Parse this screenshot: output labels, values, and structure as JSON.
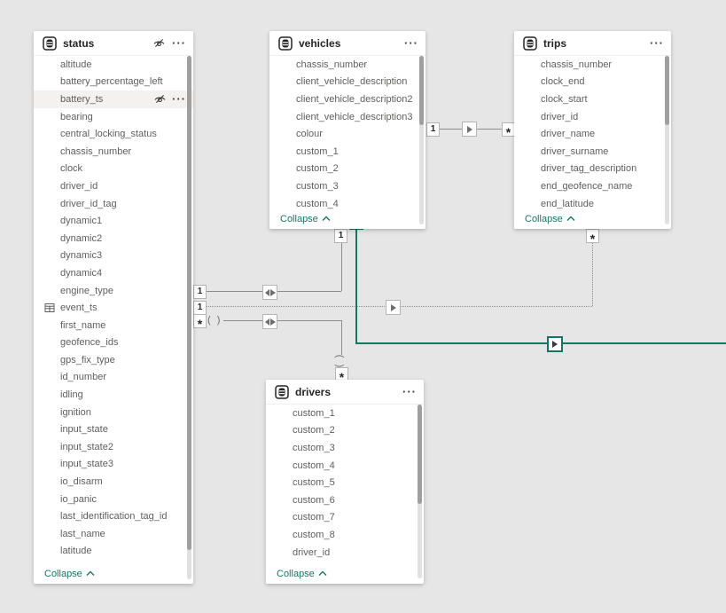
{
  "canvas": {
    "background": "#e6e6e6",
    "accent_teal": "#117865",
    "line_gray": "#8f8d8b"
  },
  "icons": {
    "more_options": "···",
    "hidden_eye": "eye-hidden-icon",
    "collapse_chevron": "chevron-up",
    "table_icon": "table-stack",
    "field_table_icon": "table-grid"
  },
  "tables": {
    "status": {
      "title": "status",
      "collapse_label": "Collapse",
      "header_icons": [
        "hidden-eye",
        "more-options"
      ],
      "highlighted_field": "battery_ts",
      "date_icon_field": "event_ts",
      "fields": [
        "altitude",
        "battery_percentage_left",
        "battery_ts",
        "bearing",
        "central_locking_status",
        "chassis_number",
        "clock",
        "driver_id",
        "driver_id_tag",
        "dynamic1",
        "dynamic2",
        "dynamic3",
        "dynamic4",
        "engine_type",
        "event_ts",
        "first_name",
        "geofence_ids",
        "gps_fix_type",
        "id_number",
        "idling",
        "ignition",
        "input_state",
        "input_state2",
        "input_state3",
        "io_disarm",
        "io_panic",
        "last_identification_tag_id",
        "last_name",
        "latitude"
      ]
    },
    "vehicles": {
      "title": "vehicles",
      "collapse_label": "Collapse",
      "header_icons": [
        "more-options"
      ],
      "fields": [
        "chassis_number",
        "client_vehicle_description",
        "client_vehicle_description2",
        "client_vehicle_description3",
        "colour",
        "custom_1",
        "custom_2",
        "custom_3",
        "custom_4"
      ]
    },
    "trips": {
      "title": "trips",
      "collapse_label": "Collapse",
      "header_icons": [
        "more-options"
      ],
      "fields": [
        "chassis_number",
        "clock_end",
        "clock_start",
        "driver_id",
        "driver_name",
        "driver_surname",
        "driver_tag_description",
        "end_geofence_name",
        "end_latitude"
      ]
    },
    "drivers": {
      "title": "drivers",
      "collapse_label": "Collapse",
      "header_icons": [
        "more-options"
      ],
      "fields": [
        "custom_1",
        "custom_2",
        "custom_3",
        "custom_4",
        "custom_5",
        "custom_6",
        "custom_7",
        "custom_8",
        "driver_id"
      ]
    }
  },
  "relationships": [
    {
      "name": "vehicles-trips",
      "from": "vehicles",
      "to": "trips",
      "from_cardinality": "1",
      "to_cardinality": "*",
      "direction": "single",
      "style": "solid"
    },
    {
      "name": "status-vehicles",
      "from": "status",
      "to": "vehicles",
      "from_cardinality": "1",
      "to_cardinality": "1",
      "direction": "both",
      "style": "solid"
    },
    {
      "name": "status-trips",
      "from": "status",
      "to": "trips",
      "from_cardinality": "1",
      "to_cardinality": "*",
      "direction": "single",
      "style": "dotted",
      "active": false
    },
    {
      "name": "status-drivers",
      "from": "status",
      "to": "drivers",
      "from_cardinality": "*",
      "to_cardinality": "*",
      "direction": "both",
      "style": "solid",
      "limited": true
    },
    {
      "name": "vehicles-offscreen",
      "from": "vehicles",
      "to": "",
      "direction": "single",
      "style": "solid",
      "selected": true,
      "color": "#117865"
    }
  ]
}
